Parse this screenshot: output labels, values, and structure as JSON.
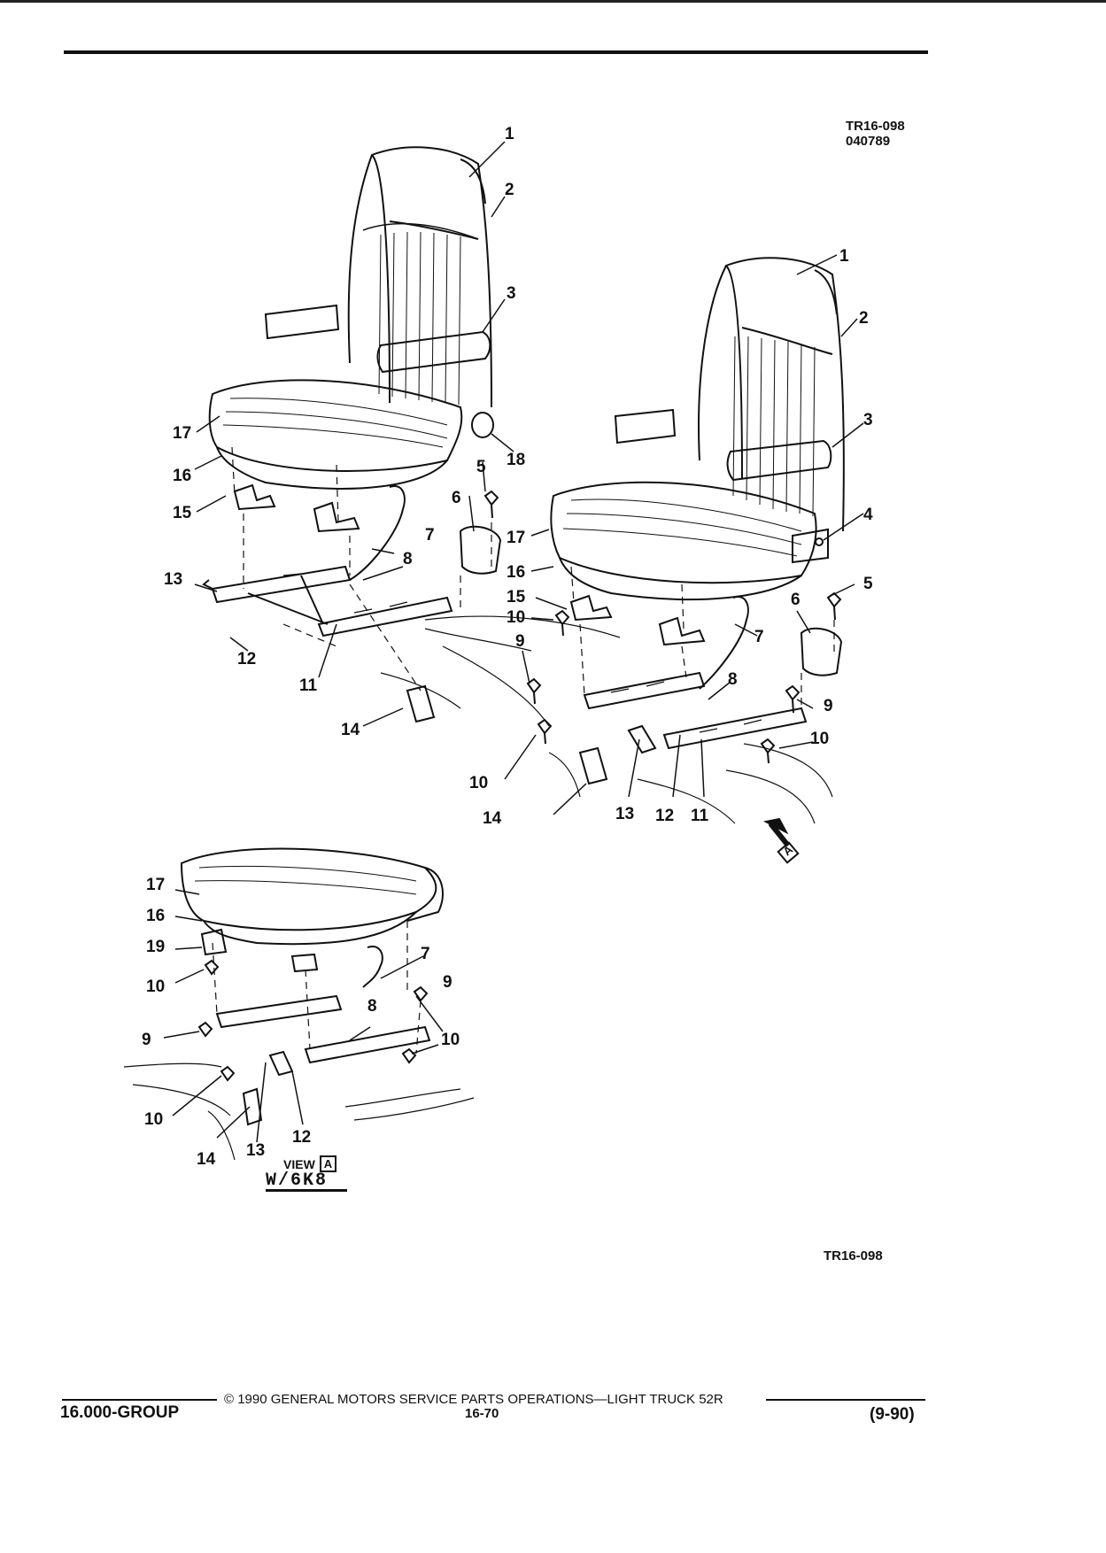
{
  "header": {
    "ref_code_top": "TR16-098",
    "ref_date": "040789"
  },
  "callouts": {
    "left_seat": [
      "1",
      "2",
      "3",
      "17",
      "16",
      "18",
      "5",
      "6",
      "15",
      "7",
      "13",
      "8",
      "12",
      "11",
      "14",
      "10"
    ],
    "right_seat": [
      "1",
      "2",
      "3",
      "4",
      "17",
      "16",
      "5",
      "15",
      "10",
      "6",
      "7",
      "9",
      "8",
      "9",
      "10",
      "14",
      "13",
      "12",
      "11"
    ],
    "view_a": [
      "17",
      "16",
      "19",
      "7",
      "10",
      "9",
      "8",
      "9",
      "10",
      "10",
      "12",
      "14",
      "13"
    ]
  },
  "view_a": {
    "view_word": "VIEW",
    "view_letter": "A",
    "option_code": "W/6K8"
  },
  "view_arrow_letter": "A",
  "ref_code_bottom": "TR16-098",
  "footer": {
    "copyright": "© 1990 GENERAL MOTORS SERVICE PARTS OPERATIONS—LIGHT TRUCK 52R",
    "group": "16.000-GROUP",
    "page": "16-70",
    "revision": "(9-90)"
  }
}
